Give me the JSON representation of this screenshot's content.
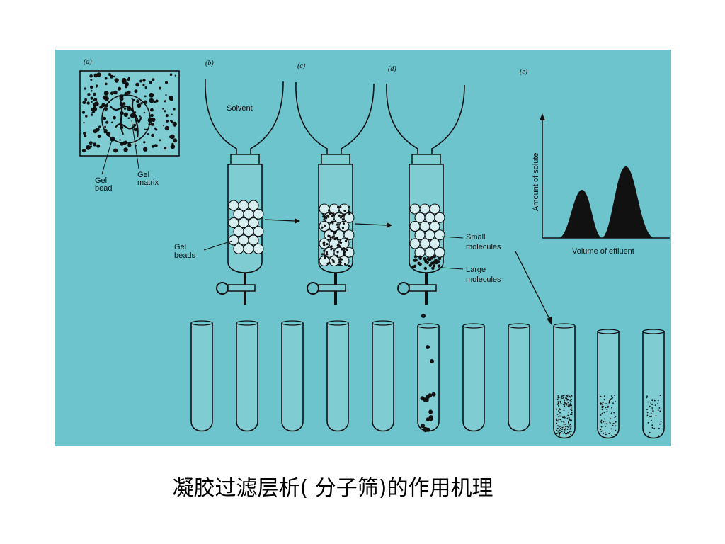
{
  "panels": {
    "a": "(a)",
    "b": "(b)",
    "c": "(c)",
    "d": "(d)",
    "e": "(e)"
  },
  "labels": {
    "solvent": "Solvent",
    "gel_bead_1": "Gel",
    "gel_bead_2": "bead",
    "gel_matrix_1": "Gel",
    "gel_matrix_2": "matrix",
    "gel_beads_1": "Gel",
    "gel_beads_2": "beads",
    "small_1": "Small",
    "small_2": "molecules",
    "large_1": "Large",
    "large_2": "molecules",
    "amount_of_solute": "Amount of solute",
    "volume_of_effluent": "Volume of effluent"
  },
  "caption": "凝胶过滤层析( 分子筛)的作用机理",
  "colors": {
    "background": "#6ec4cd",
    "ink": "#111111",
    "bead": "#d7eef0"
  }
}
